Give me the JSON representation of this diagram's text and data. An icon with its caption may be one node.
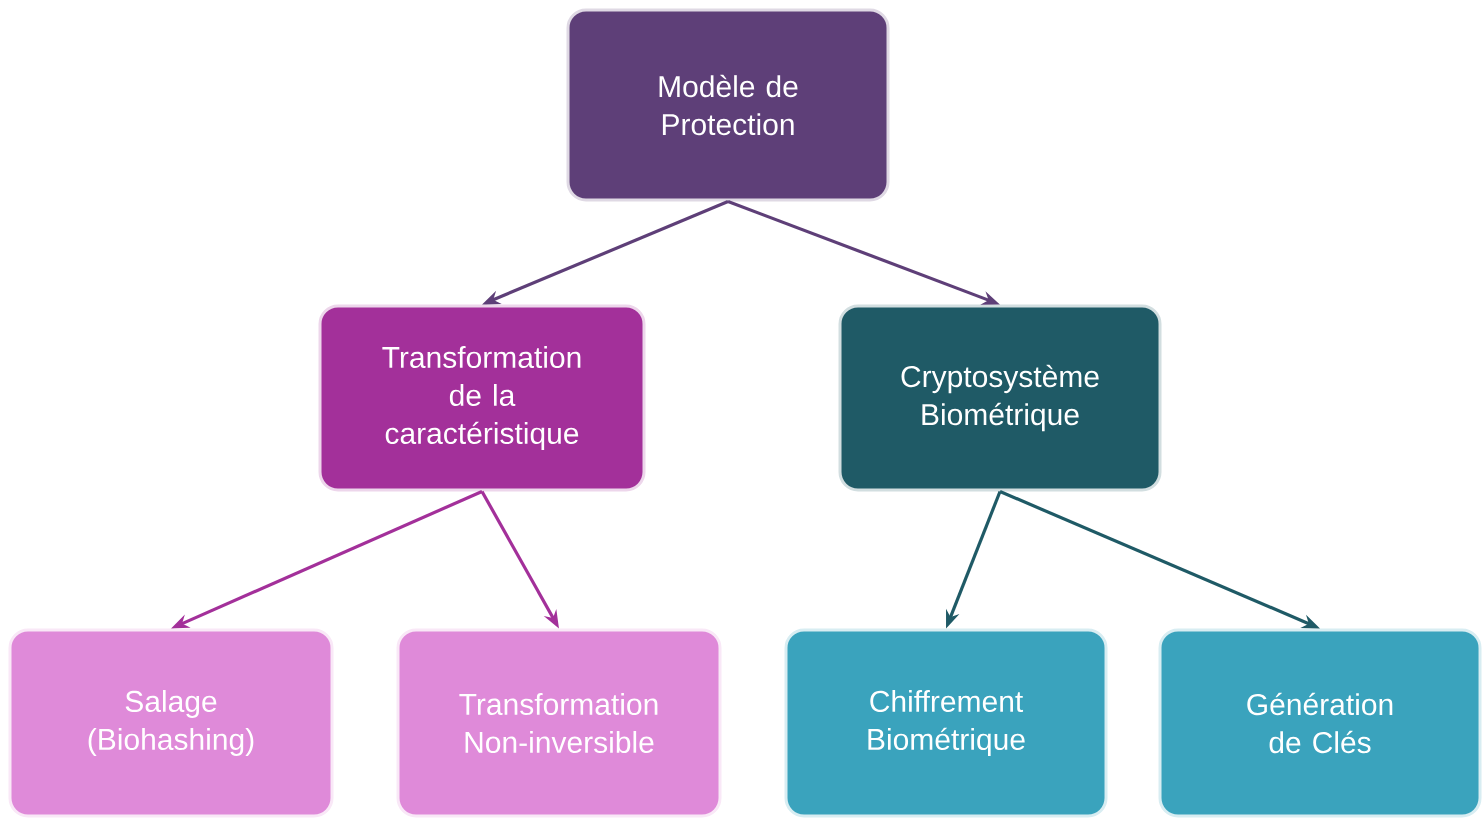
{
  "diagram": {
    "nodes": [
      {
        "text": [
          "Modèle de Protection"
        ]
      },
      {
        "text": [
          "Transformation de la caractéristique"
        ]
      },
      {
        "text": [
          "Cryptosystème Biométrique"
        ]
      },
      {
        "text": [
          "Salage (Biohashing)"
        ]
      },
      {
        "text": [
          "Transformation Non-inversible"
        ]
      },
      {
        "text": [
          "Chiffrement Biométrique"
        ]
      },
      {
        "text": [
          "Génération de Clés"
        ]
      }
    ],
    "edges": [
      {
        "from": 0,
        "to": 1,
        "arrow": "to",
        "color": "#5e3f78"
      },
      {
        "from": 0,
        "to": 2,
        "arrow": "to",
        "color": "#5e3f78"
      },
      {
        "from": 1,
        "to": 3,
        "arrow": "to",
        "color": "#a3309a"
      },
      {
        "from": 1,
        "to": 4,
        "arrow": "to",
        "color": "#a3309a"
      },
      {
        "from": 2,
        "to": 5,
        "arrow": "to",
        "color": "#1f5a66"
      },
      {
        "from": 2,
        "to": 6,
        "arrow": "to",
        "color": "#1f5a66"
      }
    ]
  }
}
